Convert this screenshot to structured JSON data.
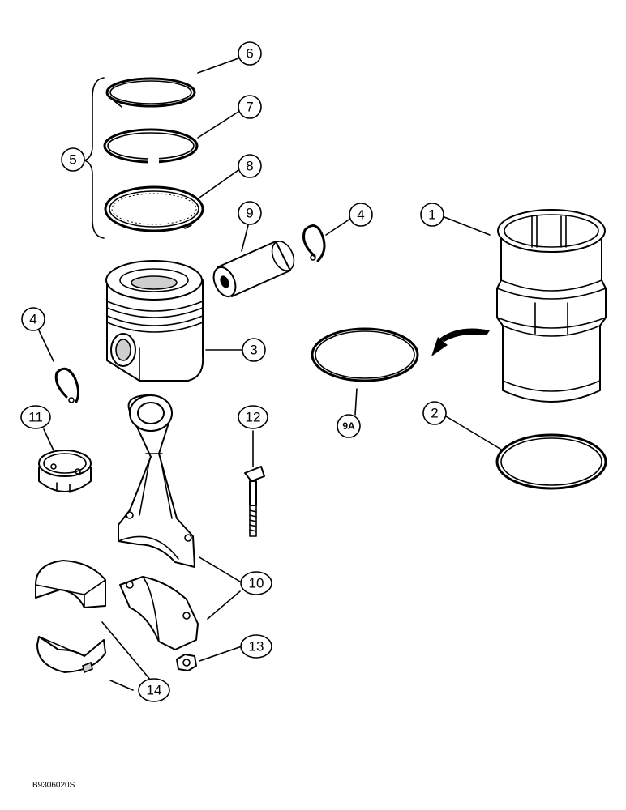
{
  "callouts": {
    "c1": "1",
    "c2": "2",
    "c3": "3",
    "c4a": "4",
    "c4b": "4",
    "c5": "5",
    "c6": "6",
    "c7": "7",
    "c8": "8",
    "c9": "9",
    "c9a": "9A",
    "c10": "10",
    "c11": "11",
    "c12": "12",
    "c13": "13",
    "c14": "14"
  },
  "footer": {
    "code": "B9306020S"
  }
}
